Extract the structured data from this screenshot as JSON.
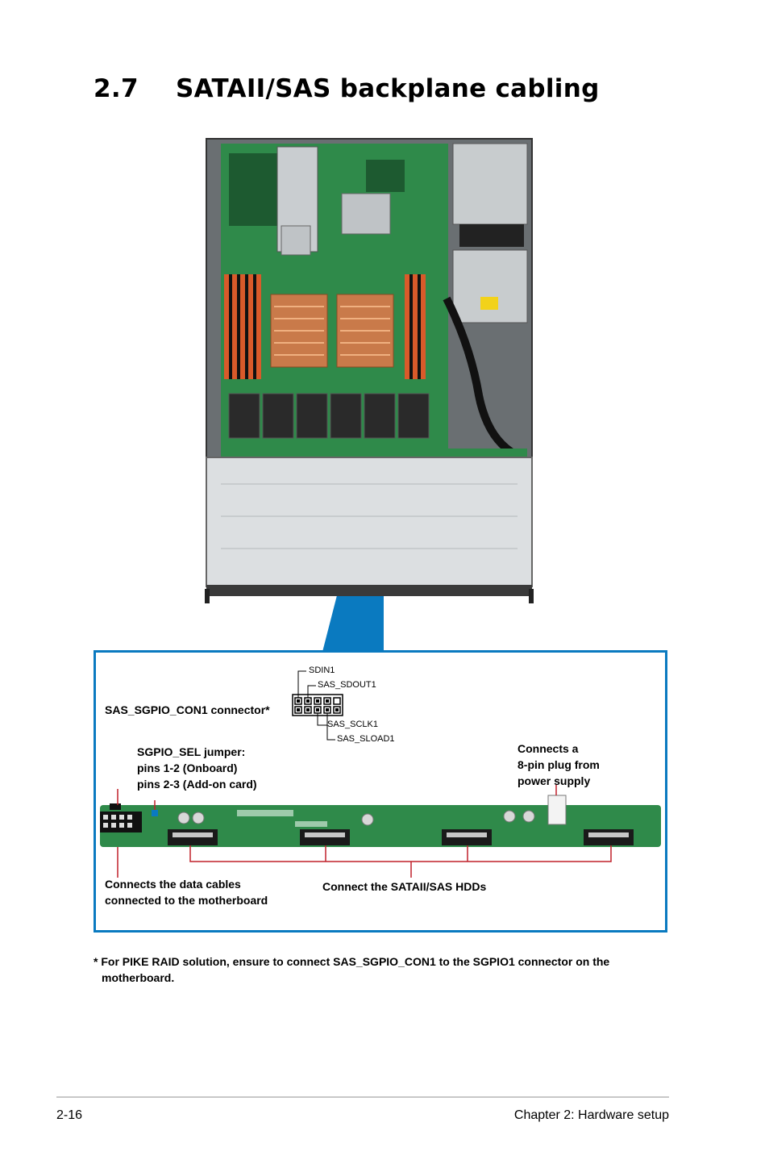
{
  "section": {
    "number": "2.7",
    "title": "SATAII/SAS backplane cabling"
  },
  "callout": {
    "pin_labels": [
      "SDIN1",
      "SAS_SDOUT1",
      "SAS_SCLK1",
      "SAS_SLOAD1"
    ],
    "sgpio_connector": "SAS_SGPIO_CON1 connector*",
    "jumper_lines": [
      "SGPIO_SEL jumper:",
      "pins 1-2 (Onboard)",
      "pins 2-3 (Add-on card)"
    ],
    "power_lines": [
      "Connects a",
      "8-pin plug from",
      "power supply"
    ],
    "data_cable_lines": [
      "Connects the data cables",
      "connected to the motherboard"
    ],
    "hdd_label": "Connect the SATAII/SAS HDDs"
  },
  "footnote": "* For PIKE RAID solution, ensure to connect SAS_SGPIO_CON1 to the SGPIO1 connector on the motherboard.",
  "footer": {
    "page_number": "2-16",
    "chapter": "Chapter 2:  Hardware setup"
  },
  "colors": {
    "accent": "#0a7ac0",
    "leader": "#c0202a",
    "pcb": "#2f8a4a"
  }
}
